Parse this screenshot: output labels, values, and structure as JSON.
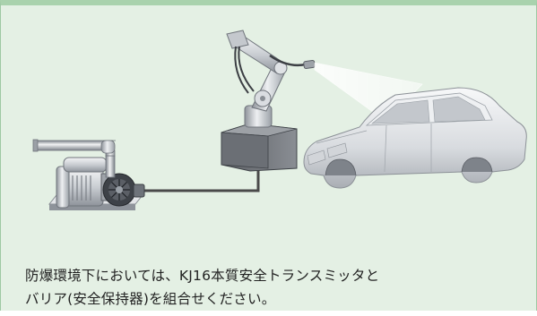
{
  "caption": {
    "line1": "防爆環境下においては、KJ16本質安全トランスミッタと",
    "line2": "バリア(安全保持器)を組合せください。"
  },
  "colors": {
    "panel_background": "#e4f0e4",
    "panel_border": "#a9d2ad",
    "wire": "#4a4a4a",
    "metal_light": "#d6d9dd",
    "metal_dark": "#5b5f66"
  },
  "illustration": {
    "pump": "pump-motor-assembly-icon",
    "robot": "painting-robot-icon",
    "car": "car-body-icon",
    "spray": "paint-spray-cone"
  }
}
